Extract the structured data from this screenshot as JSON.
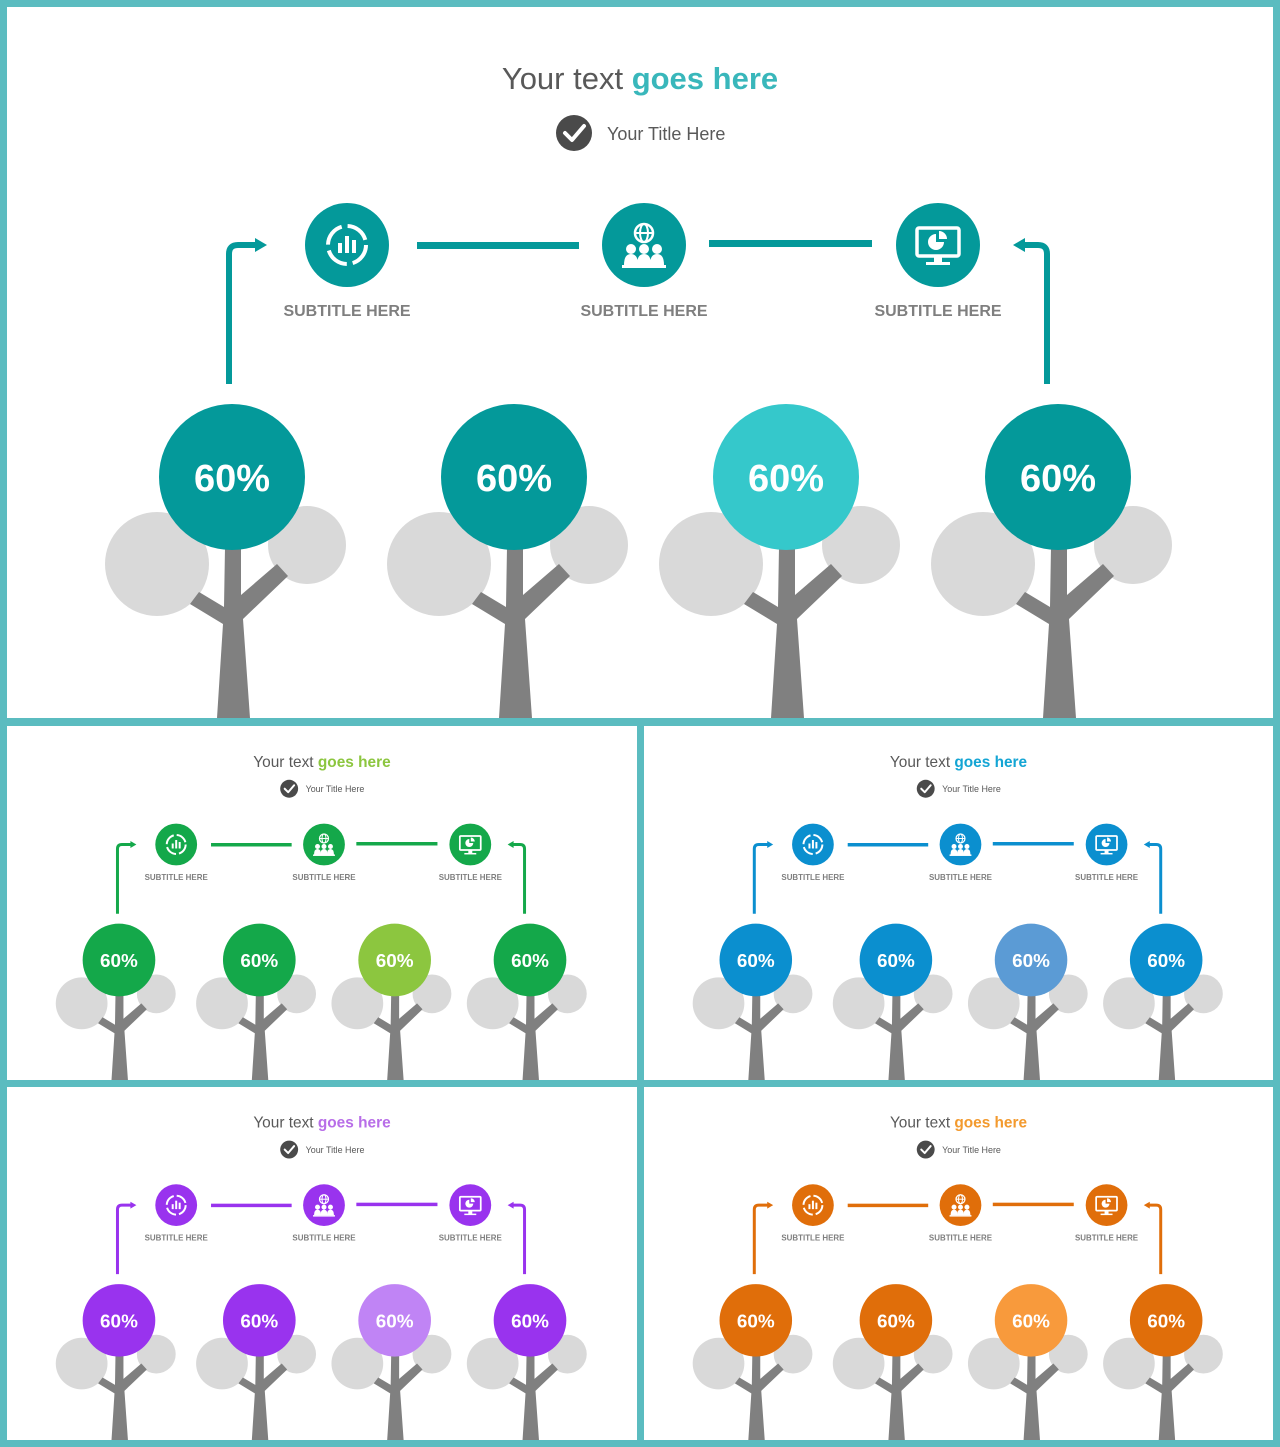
{
  "slides": [
    {
      "id": "teal-main",
      "title_plain": "Your text",
      "title_accent": "goes here",
      "title_item": "Your Title Here",
      "colors": {
        "accent": "#39b7bb",
        "primary": "#04999a",
        "highlight": "#35c8cb"
      },
      "icons": [
        "bar-chart-icon",
        "team-globe-icon",
        "monitor-pie-icon"
      ],
      "subtitles": [
        "SUBTITLE HERE",
        "SUBTITLE HERE",
        "SUBTITLE HERE"
      ],
      "percents": [
        "60%",
        "60%",
        "60%",
        "60%"
      ]
    },
    {
      "id": "green",
      "title_plain": "Your text",
      "title_accent": "goes here",
      "title_item": "Your Title Here",
      "colors": {
        "accent": "#8cc63f",
        "primary": "#14a84a",
        "highlight": "#8cc63f"
      },
      "icons": [
        "bar-chart-icon",
        "team-globe-icon",
        "monitor-pie-icon"
      ],
      "subtitles": [
        "SUBTITLE HERE",
        "SUBTITLE HERE",
        "SUBTITLE HERE"
      ],
      "percents": [
        "60%",
        "60%",
        "60%",
        "60%"
      ]
    },
    {
      "id": "blue",
      "title_plain": "Your text",
      "title_accent": "goes here",
      "title_item": "Your Title Here",
      "colors": {
        "accent": "#14a5d4",
        "primary": "#0b8fcf",
        "highlight": "#5b9bd5"
      },
      "icons": [
        "bar-chart-icon",
        "team-globe-icon",
        "monitor-pie-icon"
      ],
      "subtitles": [
        "SUBTITLE HERE",
        "SUBTITLE HERE",
        "SUBTITLE HERE"
      ],
      "percents": [
        "60%",
        "60%",
        "60%",
        "60%"
      ]
    },
    {
      "id": "purple",
      "title_plain": "Your text",
      "title_accent": "goes here",
      "title_item": "Your Title Here",
      "colors": {
        "accent": "#b86ee8",
        "primary": "#9933ee",
        "highlight": "#c084f5"
      },
      "icons": [
        "bar-chart-icon",
        "team-globe-icon",
        "monitor-pie-icon"
      ],
      "subtitles": [
        "SUBTITLE HERE",
        "SUBTITLE HERE",
        "SUBTITLE HERE"
      ],
      "percents": [
        "60%",
        "60%",
        "60%",
        "60%"
      ]
    },
    {
      "id": "orange",
      "title_plain": "Your text",
      "title_accent": "goes here",
      "title_item": "Your Title Here",
      "colors": {
        "accent": "#f39a2e",
        "primary": "#e06e0a",
        "highlight": "#f89a3c"
      },
      "icons": [
        "bar-chart-icon",
        "team-globe-icon",
        "monitor-pie-icon"
      ],
      "subtitles": [
        "SUBTITLE HERE",
        "SUBTITLE HERE",
        "SUBTITLE HERE"
      ],
      "percents": [
        "60%",
        "60%",
        "60%",
        "60%"
      ]
    }
  ]
}
